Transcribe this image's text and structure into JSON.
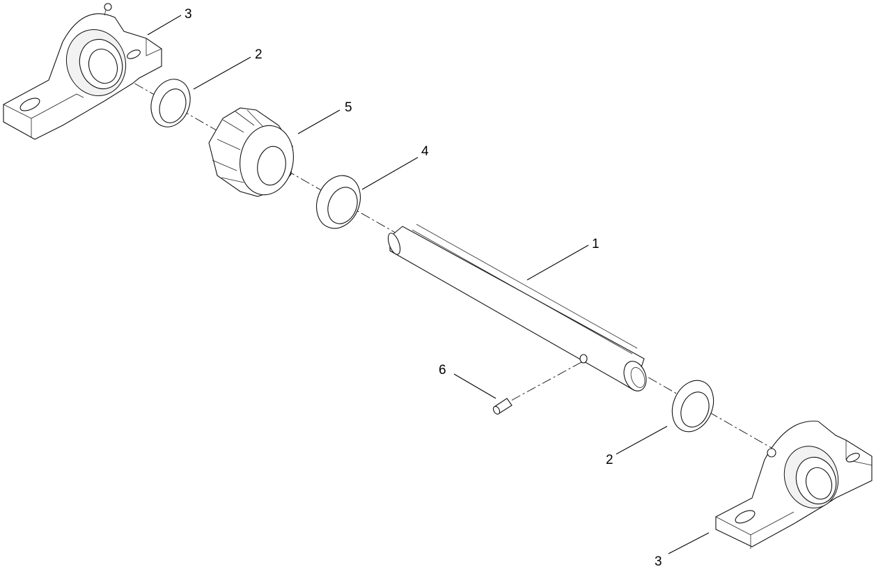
{
  "diagram": {
    "callouts": [
      {
        "id": "c3a",
        "label": "3"
      },
      {
        "id": "c2a",
        "label": "2"
      },
      {
        "id": "c5",
        "label": "5"
      },
      {
        "id": "c4",
        "label": "4"
      },
      {
        "id": "c1",
        "label": "1"
      },
      {
        "id": "c6",
        "label": "6"
      },
      {
        "id": "c2b",
        "label": "2"
      },
      {
        "id": "c3b",
        "label": "3"
      }
    ]
  }
}
